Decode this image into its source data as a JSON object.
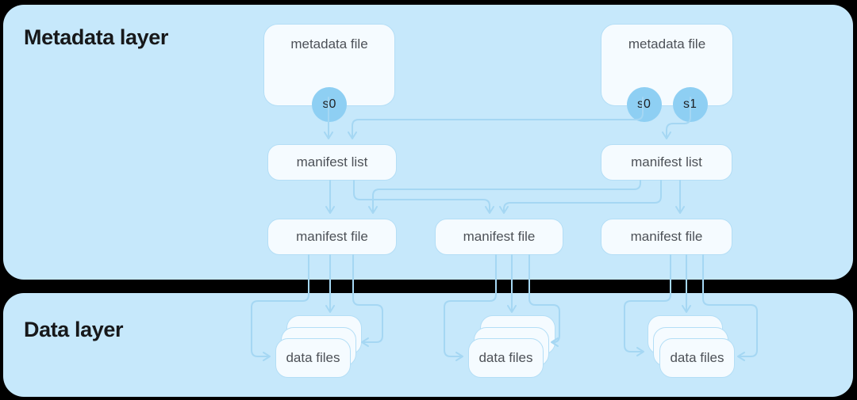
{
  "diagram": {
    "metadata_layer": {
      "title": "Metadata layer",
      "metadata_file_1": {
        "label": "metadata file",
        "snapshots": [
          {
            "label": "s0"
          }
        ]
      },
      "metadata_file_2": {
        "label": "metadata file",
        "snapshots": [
          {
            "label": "s0"
          },
          {
            "label": "s1"
          }
        ]
      },
      "manifest_list_1": {
        "label": "manifest list"
      },
      "manifest_list_2": {
        "label": "manifest list"
      },
      "manifest_file_1": {
        "label": "manifest file"
      },
      "manifest_file_2": {
        "label": "manifest file"
      },
      "manifest_file_3": {
        "label": "manifest file"
      }
    },
    "data_layer": {
      "title": "Data layer",
      "data_files_1": {
        "label": "data files"
      },
      "data_files_2": {
        "label": "data files"
      },
      "data_files_3": {
        "label": "data files"
      }
    },
    "colors": {
      "page_background": "#000000",
      "panel_background": "#c6e8fb",
      "node_fill": "#f5fbff",
      "node_border": "#b4def6",
      "connector": "#a5d7f3",
      "snapshot_fill": "#8ecff3",
      "title_text": "#17181a",
      "label_text": "#4d5157"
    }
  }
}
